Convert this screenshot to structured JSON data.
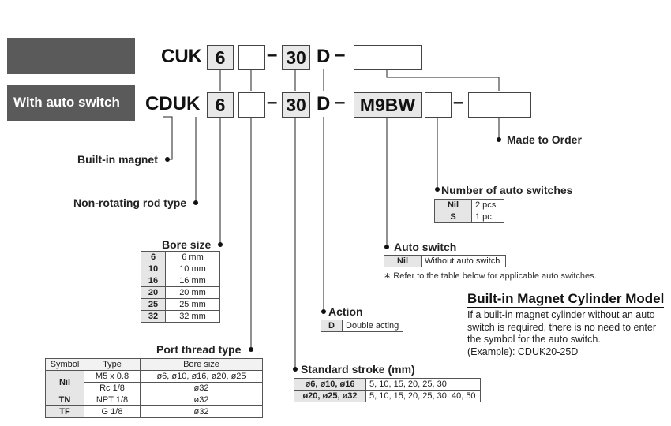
{
  "top_row": {
    "banner": "",
    "prefix": "CUK",
    "bore": "6",
    "port": "",
    "dash1": "–",
    "stroke": "30",
    "action": "D",
    "dash2": "–",
    "made_to_order": ""
  },
  "bottom_row": {
    "banner": "With auto switch",
    "prefix": "CDUK",
    "bore": "6",
    "port": "",
    "dash1": "–",
    "stroke": "30",
    "action": "D",
    "dash2": "–",
    "switch": "M9BW",
    "count": "",
    "dash3": "–",
    "made_to_order": ""
  },
  "labels": {
    "built_in_magnet": "Built-in magnet",
    "non_rotating": "Non-rotating rod type",
    "bore_size": "Bore size",
    "port_thread": "Port thread type",
    "standard_stroke": "Standard stroke (mm)",
    "action": "Action",
    "auto_switch": "Auto switch",
    "num_switches": "Number of auto switches",
    "made_to_order": "Made to Order"
  },
  "bore_table": [
    {
      "symbol": "6",
      "value": "6 mm"
    },
    {
      "symbol": "10",
      "value": "10 mm"
    },
    {
      "symbol": "16",
      "value": "16 mm"
    },
    {
      "symbol": "20",
      "value": "20 mm"
    },
    {
      "symbol": "25",
      "value": "25 mm"
    },
    {
      "symbol": "32",
      "value": "32 mm"
    }
  ],
  "port_table": {
    "headers": [
      "Symbol",
      "Type",
      "Bore size"
    ],
    "rows": [
      {
        "symbol": "Nil",
        "type": "M5 x 0.8",
        "bore": "ø6, ø10, ø16, ø20, ø25"
      },
      {
        "symbol": "",
        "type": "Rc 1/8",
        "bore": "ø32"
      },
      {
        "symbol": "TN",
        "type": "NPT 1/8",
        "bore": "ø32"
      },
      {
        "symbol": "TF",
        "type": "G 1/8",
        "bore": "ø32"
      }
    ]
  },
  "stroke_table": [
    {
      "bore": "ø6, ø10, ø16",
      "strokes": "5, 10, 15, 20, 25, 30"
    },
    {
      "bore": "ø20, ø25, ø32",
      "strokes": "5, 10, 15, 20, 25, 30, 40, 50"
    }
  ],
  "action_table": [
    {
      "symbol": "D",
      "value": "Double acting"
    }
  ],
  "auto_switch_table": [
    {
      "symbol": "Nil",
      "value": "Without auto switch"
    }
  ],
  "auto_switch_note": "∗ Refer to the table below for applicable auto switches.",
  "num_switch_table": [
    {
      "symbol": "Nil",
      "value": "2 pcs."
    },
    {
      "symbol": "S",
      "value": "1 pc."
    }
  ],
  "info": {
    "title": "Built-in Magnet Cylinder Model",
    "text": "If a built-in magnet cylinder without an auto switch is required, there is no need to enter the symbol for the auto switch.",
    "example": "(Example): CDUK20-25D"
  }
}
